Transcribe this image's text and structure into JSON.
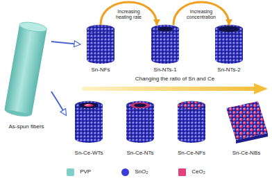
{
  "diagram": {
    "nodes": [
      {
        "text": [
          "As-spun fibers"
        ]
      },
      {
        "text": [
          "Sn-NFs"
        ]
      },
      {
        "text": [
          "Sn-NTs-1"
        ]
      },
      {
        "text": [
          "Sn-NTs-2"
        ]
      },
      {
        "text": [
          "Sn-Ce-WTs"
        ]
      },
      {
        "text": [
          "Sn-Ce-NTs"
        ]
      },
      {
        "text": [
          "Sn-Ce-NFs"
        ]
      },
      {
        "text": [
          "Sn-Ce-NBs"
        ]
      }
    ],
    "edges": [
      {
        "from": 0,
        "to": 1,
        "arrow": "to"
      },
      {
        "from": 0,
        "to": 4,
        "arrow": "to"
      },
      {
        "from": 1,
        "to": 2,
        "label": "Increasing heating rate",
        "arrow": "to"
      },
      {
        "from": 2,
        "to": 3,
        "label": "Increasing concentration",
        "arrow": "to"
      }
    ],
    "labels": [
      "Changing the ratio of Sn and Ce"
    ],
    "legend": [
      {
        "text": "PVP",
        "color": "#7fcfc6"
      },
      {
        "text": "SnO₂",
        "color": "#3b3bd6"
      },
      {
        "text": "CeO₂",
        "color": "#e3407c"
      }
    ]
  }
}
